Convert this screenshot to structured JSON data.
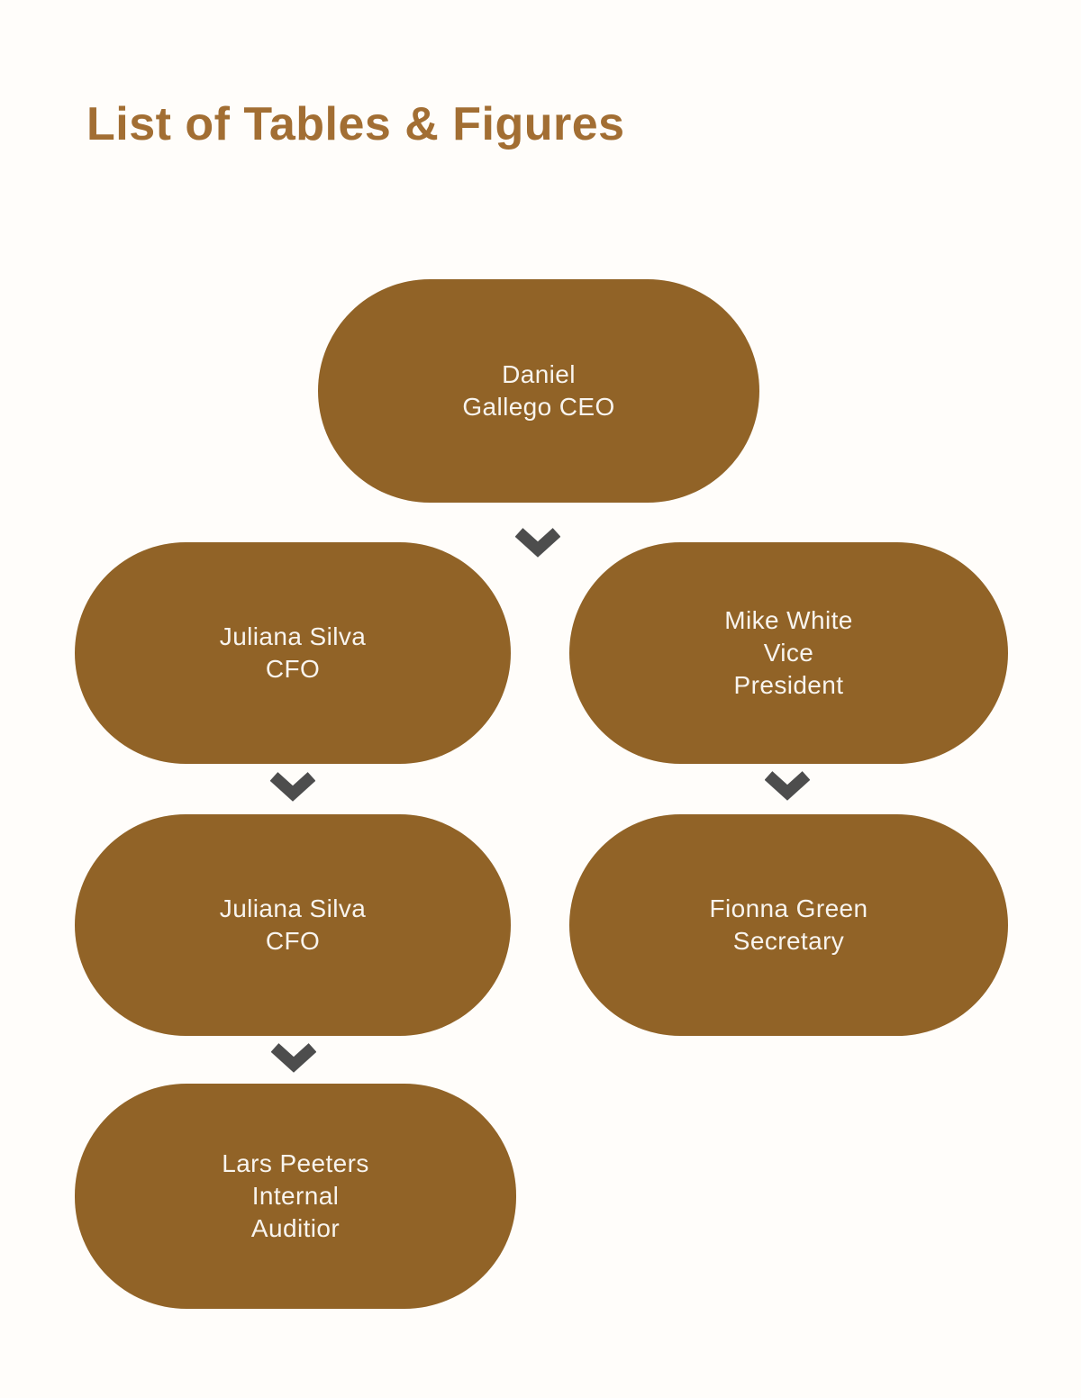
{
  "page": {
    "title": "List of Tables & Figures"
  },
  "colors": {
    "background": "#fffdfa",
    "title": "#a26e33",
    "node_fill": "#916327",
    "node_text": "#f8f4ee",
    "arrow": "#4d4d4d"
  },
  "icons": {
    "connector": "chevron-down"
  },
  "org_chart": {
    "type": "org-chart",
    "nodes": [
      {
        "id": "ceo",
        "lines": [
          "Daniel",
          "Gallego CEO"
        ]
      },
      {
        "id": "cfo-top",
        "lines": [
          "Juliana Silva",
          "CFO"
        ]
      },
      {
        "id": "vice-president",
        "lines": [
          "Mike White",
          "Vice",
          "President"
        ]
      },
      {
        "id": "cfo-mid",
        "lines": [
          "Juliana Silva",
          "CFO"
        ]
      },
      {
        "id": "secretary",
        "lines": [
          "Fionna Green",
          "Secretary"
        ]
      },
      {
        "id": "internal-auditor",
        "lines": [
          "Lars Peeters",
          "Internal",
          "Auditior"
        ]
      }
    ],
    "edges": [
      {
        "from": "ceo",
        "to": "cfo-top"
      },
      {
        "from": "cfo-top",
        "to": "cfo-mid"
      },
      {
        "from": "vice-president",
        "to": "secretary"
      },
      {
        "from": "cfo-mid",
        "to": "internal-auditor"
      }
    ]
  }
}
